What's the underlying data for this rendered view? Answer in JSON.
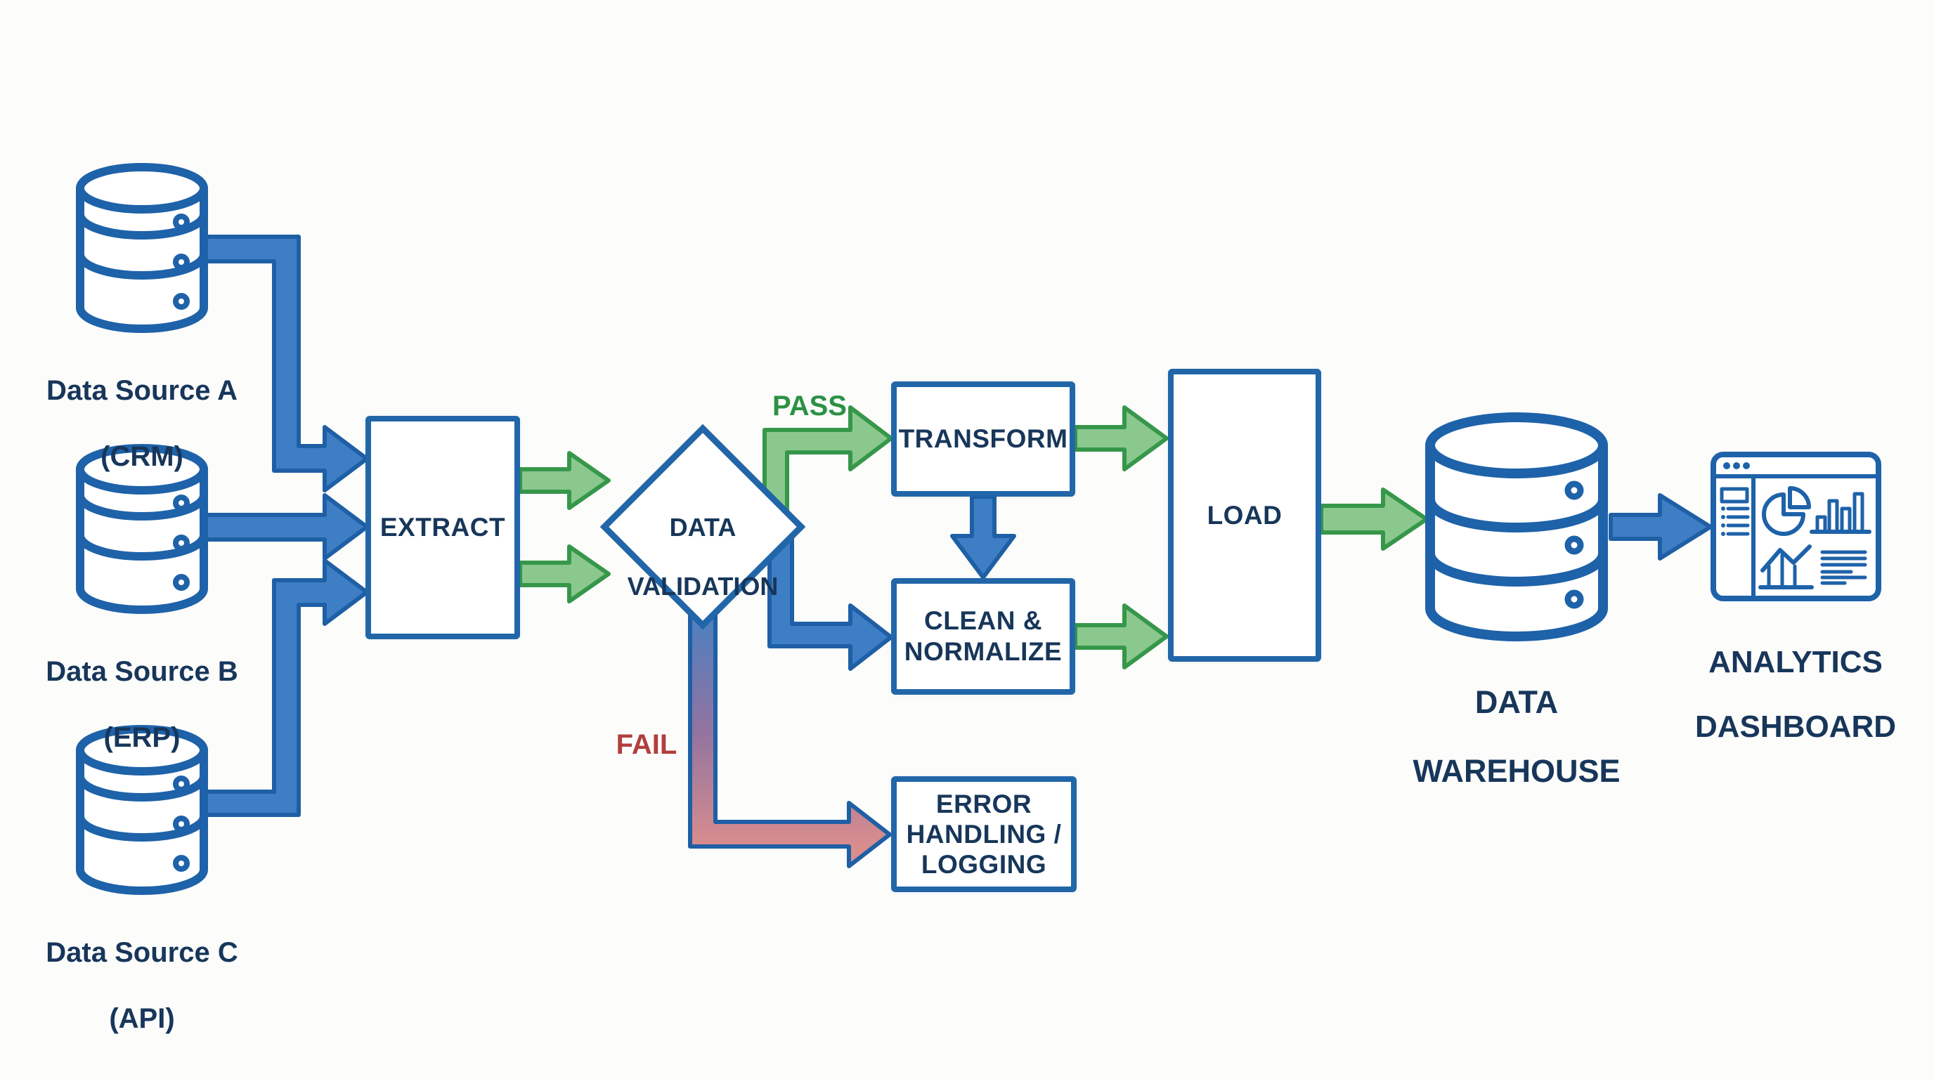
{
  "sources": [
    {
      "lines": [
        "Data Source A",
        "(CRM)"
      ]
    },
    {
      "lines": [
        "Data Source B",
        "(ERP)"
      ]
    },
    {
      "lines": [
        "Data Source C",
        "(API)"
      ]
    }
  ],
  "nodes": {
    "extract": {
      "label": "EXTRACT"
    },
    "validation": {
      "lines": [
        "DATA",
        "VALIDATION"
      ]
    },
    "transform": {
      "label": "TRANSFORM"
    },
    "clean": {
      "lines": [
        "CLEAN &",
        "NORMALIZE"
      ]
    },
    "load": {
      "label": "LOAD"
    },
    "error": {
      "lines": [
        "ERROR",
        "HANDLING /",
        "LOGGING"
      ]
    },
    "warehouse": {
      "lines": [
        "DATA",
        "WAREHOUSE"
      ]
    },
    "dashboard": {
      "lines": [
        "ANALYTICS",
        "DASHBOARD"
      ]
    }
  },
  "edges": {
    "pass_label": "PASS",
    "fail_label": "FAIL"
  },
  "colors": {
    "arrow_blue": "#3d7ec5",
    "arrow_blue_border": "#1e5fa5",
    "arrow_green": "#8bc88e",
    "arrow_green_border": "#36974a",
    "fail_pink": "#d98d8d",
    "pass_text": "#2d9145",
    "fail_text": "#b23f3d",
    "node_border": "#2166a8",
    "icon_blue": "#1e62a9",
    "text_dark": "#17365a"
  }
}
